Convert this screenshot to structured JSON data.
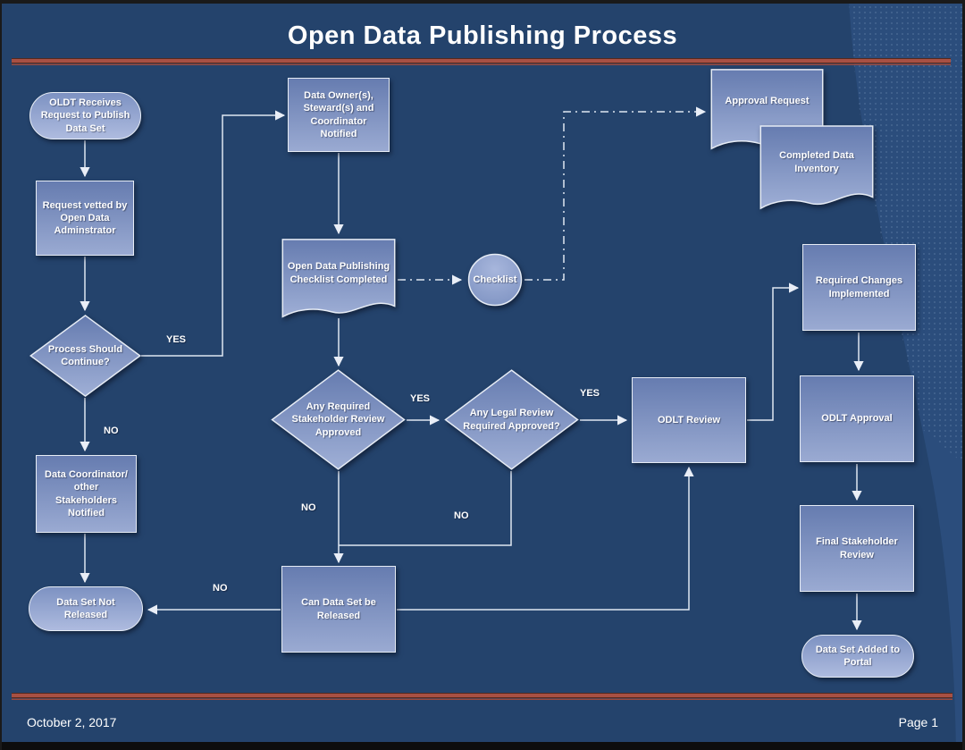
{
  "title": "Open Data Publishing Process",
  "footer": {
    "date": "October 2, 2017",
    "page": "Page 1"
  },
  "colors": {
    "background": "#24436c",
    "accent_rule_red": "#a85043",
    "shape_fill_top": "#667cb0",
    "shape_fill_bottom": "#9aaad2",
    "shape_border": "#e6ecf5",
    "text": "#ffffff",
    "swoosh": "#2b4d7c"
  },
  "nodes": {
    "oldt_receives": {
      "type": "terminator",
      "label": "OLDT Receives Request to Publish Data Set"
    },
    "request_vetted": {
      "type": "process",
      "label": "Request vetted by Open Data Adminstrator"
    },
    "process_should_continue": {
      "type": "decision",
      "label": "Process Should Continue?"
    },
    "data_coordinator_notified": {
      "type": "process",
      "label": "Data Coordinator/ other Stakeholders Notified"
    },
    "data_set_not_released": {
      "type": "terminator",
      "label": "Data Set Not Released"
    },
    "data_owner_notified": {
      "type": "process",
      "label": "Data Owner(s), Steward(s) and Coordinator Notified"
    },
    "checklist_completed": {
      "type": "document",
      "label": "Open Data Publishing Checklist Completed"
    },
    "checklist": {
      "type": "connector-circle",
      "label": "Checklist"
    },
    "approval_request": {
      "type": "document",
      "label": "Approval Request"
    },
    "completed_data_inventory": {
      "type": "document",
      "label": "Completed Data Inventory"
    },
    "stakeholder_review": {
      "type": "decision",
      "label": "Any Required Stakeholder Review Approved"
    },
    "legal_review": {
      "type": "decision",
      "label": "Any Legal Review Required Approved?"
    },
    "odlt_review": {
      "type": "process",
      "label": "ODLT Review"
    },
    "required_changes": {
      "type": "process",
      "label": "Required Changes Implemented"
    },
    "odlt_approval": {
      "type": "process",
      "label": "ODLT Approval"
    },
    "final_stakeholder_review": {
      "type": "process",
      "label": "Final Stakeholder Review"
    },
    "data_set_added": {
      "type": "terminator",
      "label": "Data Set Added to Portal"
    },
    "can_data_set_released": {
      "type": "process",
      "label": "Can Data Set be Released"
    }
  },
  "edge_labels": {
    "continue_yes": "YES",
    "continue_no": "NO",
    "stakeholder_yes": "YES",
    "legal_yes": "YES",
    "stakeholder_no": "NO",
    "legal_no": "NO",
    "release_no": "NO"
  },
  "edges": [
    {
      "from": "oldt_receives",
      "to": "request_vetted",
      "label": ""
    },
    {
      "from": "request_vetted",
      "to": "process_should_continue",
      "label": ""
    },
    {
      "from": "process_should_continue",
      "to": "data_owner_notified",
      "label": "YES"
    },
    {
      "from": "process_should_continue",
      "to": "data_coordinator_notified",
      "label": "NO"
    },
    {
      "from": "data_coordinator_notified",
      "to": "data_set_not_released",
      "label": ""
    },
    {
      "from": "data_owner_notified",
      "to": "checklist_completed",
      "label": ""
    },
    {
      "from": "checklist_completed",
      "to": "checklist",
      "label": "",
      "style": "dash-dot"
    },
    {
      "from": "checklist",
      "to": "approval_request",
      "label": "",
      "style": "dash-dot"
    },
    {
      "from": "checklist_completed",
      "to": "stakeholder_review",
      "label": ""
    },
    {
      "from": "stakeholder_review",
      "to": "legal_review",
      "label": "YES"
    },
    {
      "from": "legal_review",
      "to": "odlt_review",
      "label": "YES"
    },
    {
      "from": "stakeholder_review",
      "to": "can_data_set_released",
      "label": "NO"
    },
    {
      "from": "legal_review",
      "to": "can_data_set_released",
      "label": "NO"
    },
    {
      "from": "can_data_set_released",
      "to": "data_set_not_released",
      "label": "NO"
    },
    {
      "from": "can_data_set_released",
      "to": "odlt_review",
      "label": ""
    },
    {
      "from": "odlt_review",
      "to": "required_changes",
      "label": ""
    },
    {
      "from": "required_changes",
      "to": "odlt_approval",
      "label": ""
    },
    {
      "from": "odlt_approval",
      "to": "final_stakeholder_review",
      "label": ""
    },
    {
      "from": "final_stakeholder_review",
      "to": "data_set_added",
      "label": ""
    }
  ]
}
